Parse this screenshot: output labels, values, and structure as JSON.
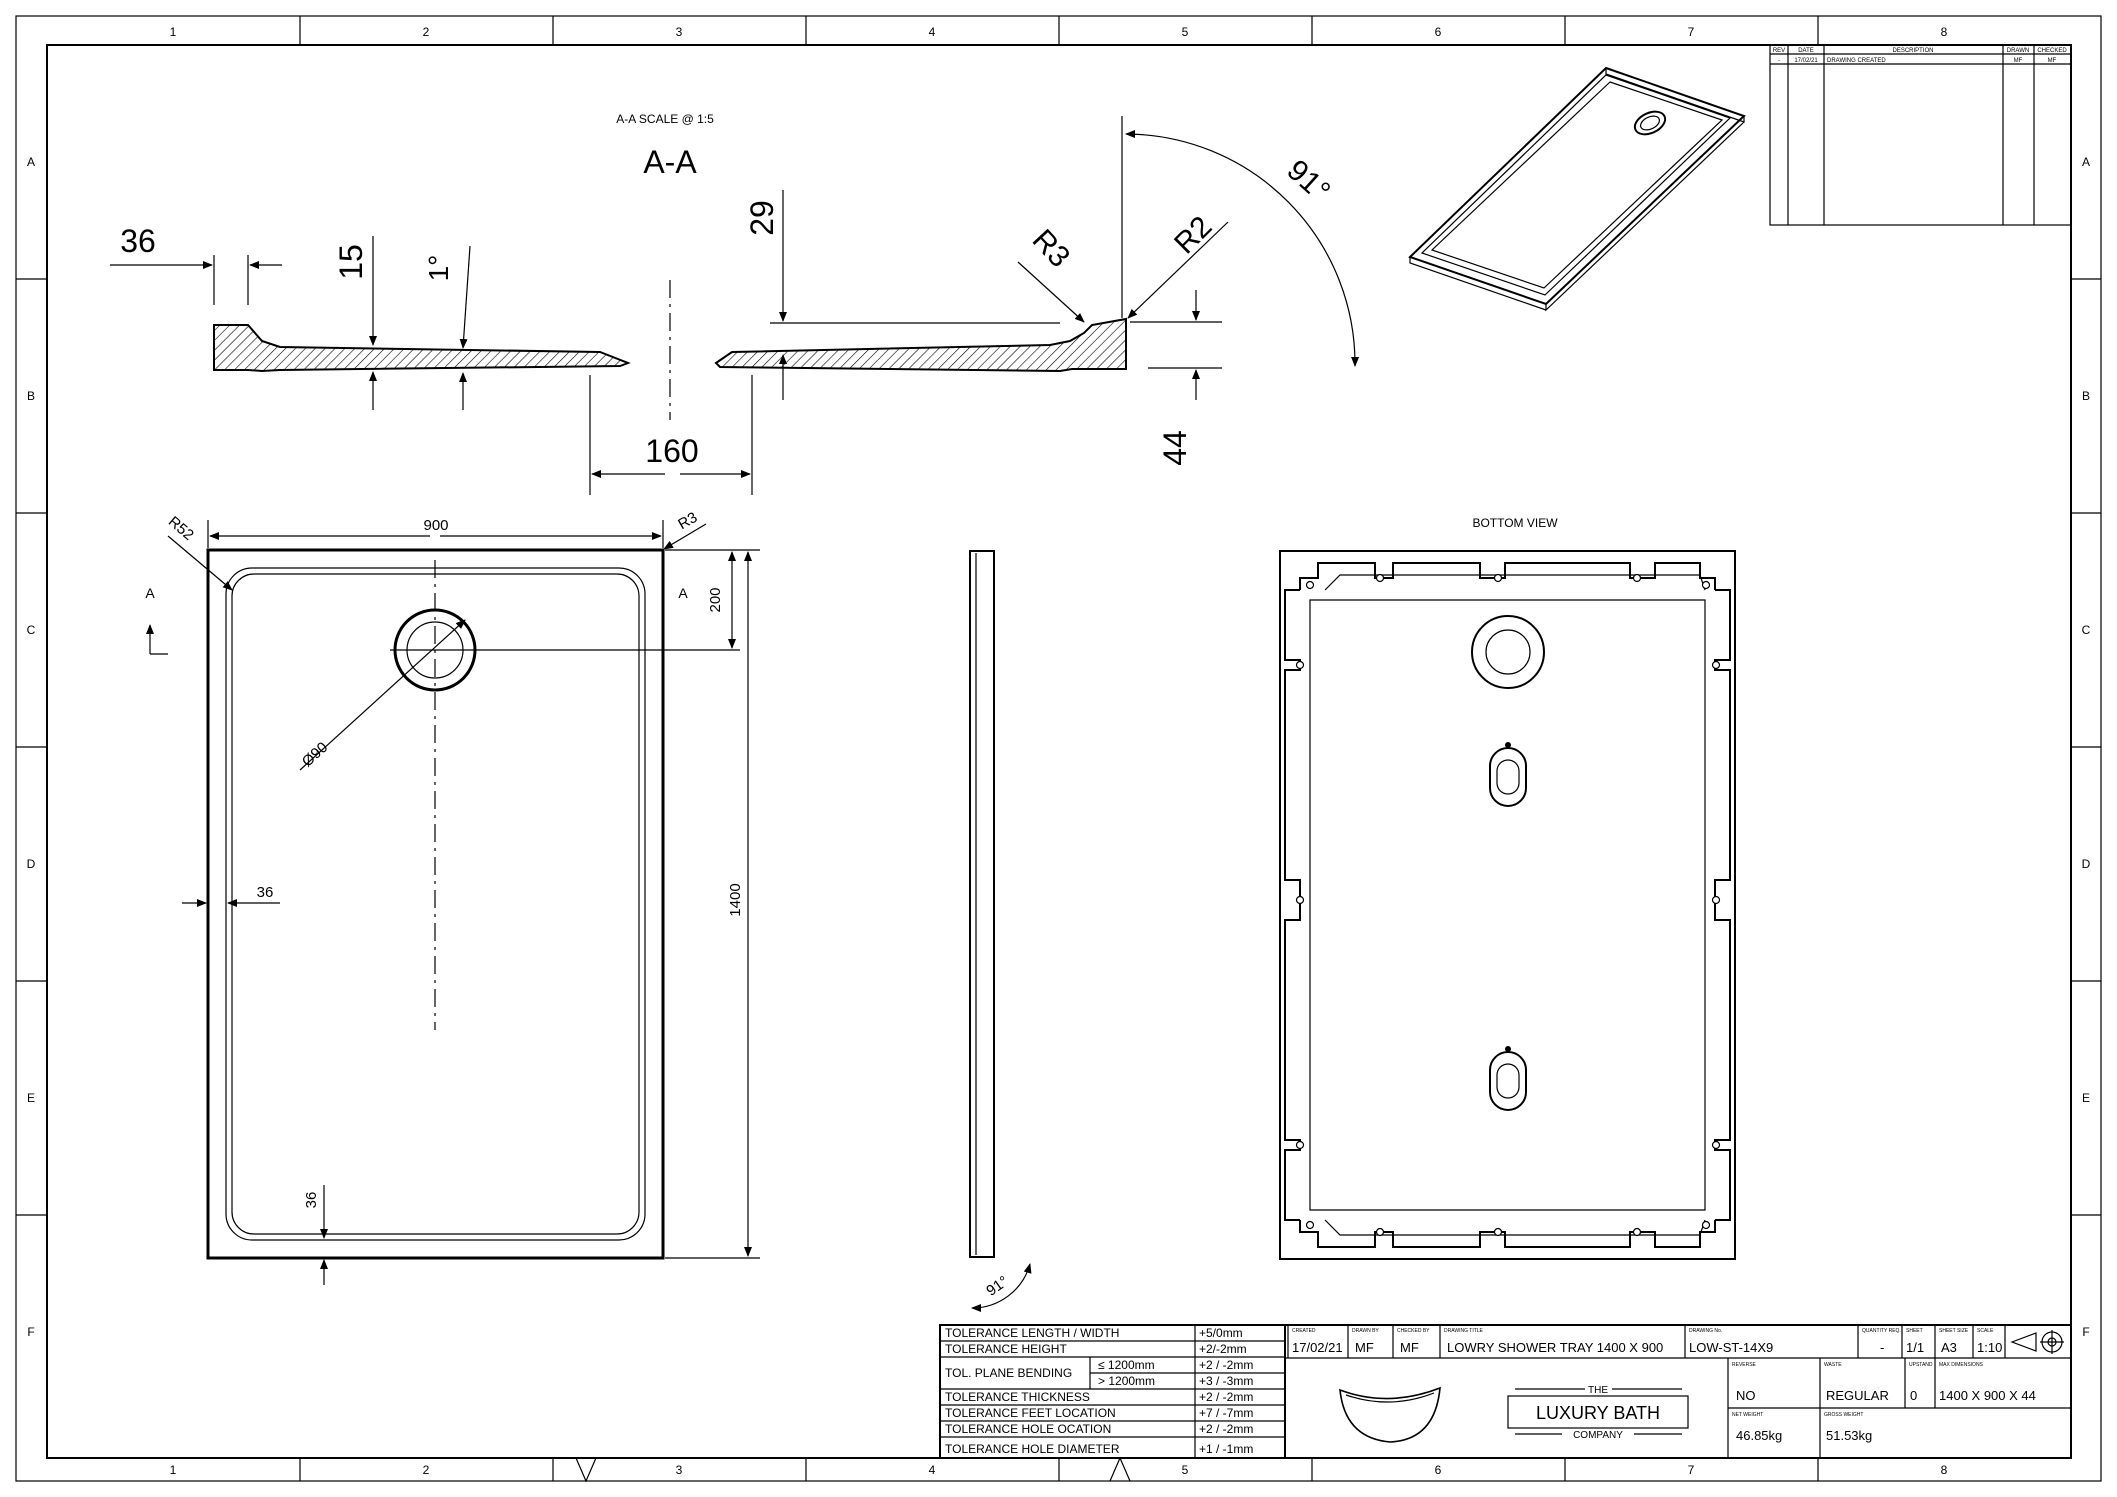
{
  "grid": {
    "columns": [
      "1",
      "2",
      "3",
      "4",
      "5",
      "6",
      "7",
      "8"
    ],
    "rows": [
      "A",
      "B",
      "C",
      "D",
      "E",
      "F"
    ]
  },
  "section": {
    "scale_note": "A-A SCALE @ 1:5",
    "title": "A-A",
    "dims": {
      "d36": "36",
      "d15": "15",
      "d1deg": "1°",
      "d29": "29",
      "d160": "160",
      "r3": "R3",
      "r2": "R2",
      "d44": "44",
      "d91": "91°"
    }
  },
  "top_view": {
    "section_letter": "A",
    "dims": {
      "width": "900",
      "r52": "R52",
      "r3": "R3",
      "d200": "200",
      "length": "1400",
      "hole": "Ø90",
      "side36": "36",
      "bottom36": "36"
    }
  },
  "side_view": {
    "angle": "91°"
  },
  "bottom_view": {
    "label": "BOTTOM VIEW"
  },
  "revision_table": {
    "headers": [
      "REV",
      "DATE",
      "DESCRIPTION",
      "DRAWN",
      "CHECKED"
    ],
    "rows": [
      {
        "rev": "-",
        "date": "17/02/21",
        "description": "DRAWING CREATED",
        "drawn": "MF",
        "checked": "MF"
      }
    ]
  },
  "tolerances": [
    {
      "label": "TOLERANCE LENGTH / WIDTH",
      "value": "+5/0mm"
    },
    {
      "label": "TOLERANCE HEIGHT",
      "value": "+2/-2mm"
    },
    {
      "label": "TOL. PLANE BENDING",
      "sub": [
        {
          "cond": "≤ 1200mm",
          "value": "+2 / -2mm"
        },
        {
          "cond": "> 1200mm",
          "value": "+3 / -3mm"
        }
      ]
    },
    {
      "label": "TOLERANCE THICKNESS",
      "value": "+2 / -2mm"
    },
    {
      "label": "TOLERANCE FEET LOCATION",
      "value": "+7 / -7mm"
    },
    {
      "label": "TOLERANCE HOLE OCATION",
      "value": "+2 / -2mm"
    },
    {
      "label": "TOLERANCE HOLE DIAMETER",
      "value": "+1 / -1mm"
    }
  ],
  "title_block": {
    "created_label": "CREATED",
    "created": "17/02/21",
    "drawn_label": "DRAWN BY",
    "drawn": "MF",
    "checked_label": "CHECKED BY",
    "checked": "MF",
    "title_label": "DRAWING TITLE",
    "title": "LOWRY SHOWER TRAY 1400 X 900",
    "number_label": "DRAWING No.",
    "number": "LOW-ST-14X9",
    "quantity_label": "QUANTITY REQ.",
    "quantity": "-",
    "sheet_label": "SHEET",
    "sheet": "1/1",
    "size_label": "SHEET SIZE",
    "size": "A3",
    "scale_label": "SCALE",
    "scale": "1:10",
    "reverse_label": "REVERSE",
    "reverse": "NO",
    "waste_label": "WASTE",
    "waste": "REGULAR",
    "upstand_label": "UPSTAND",
    "upstand": "0",
    "dimensions_label": "MAX DIMENSIONS",
    "dimensions": "1400 X 900 X 44",
    "net_weight_label": "NET WEIGHT",
    "net_weight": "46.85kg",
    "gross_weight_label": "GROSS WEIGHT",
    "gross_weight": "51.53kg"
  },
  "logo": {
    "the": "THE",
    "name": "LUXURY BATH",
    "company": "COMPANY"
  }
}
